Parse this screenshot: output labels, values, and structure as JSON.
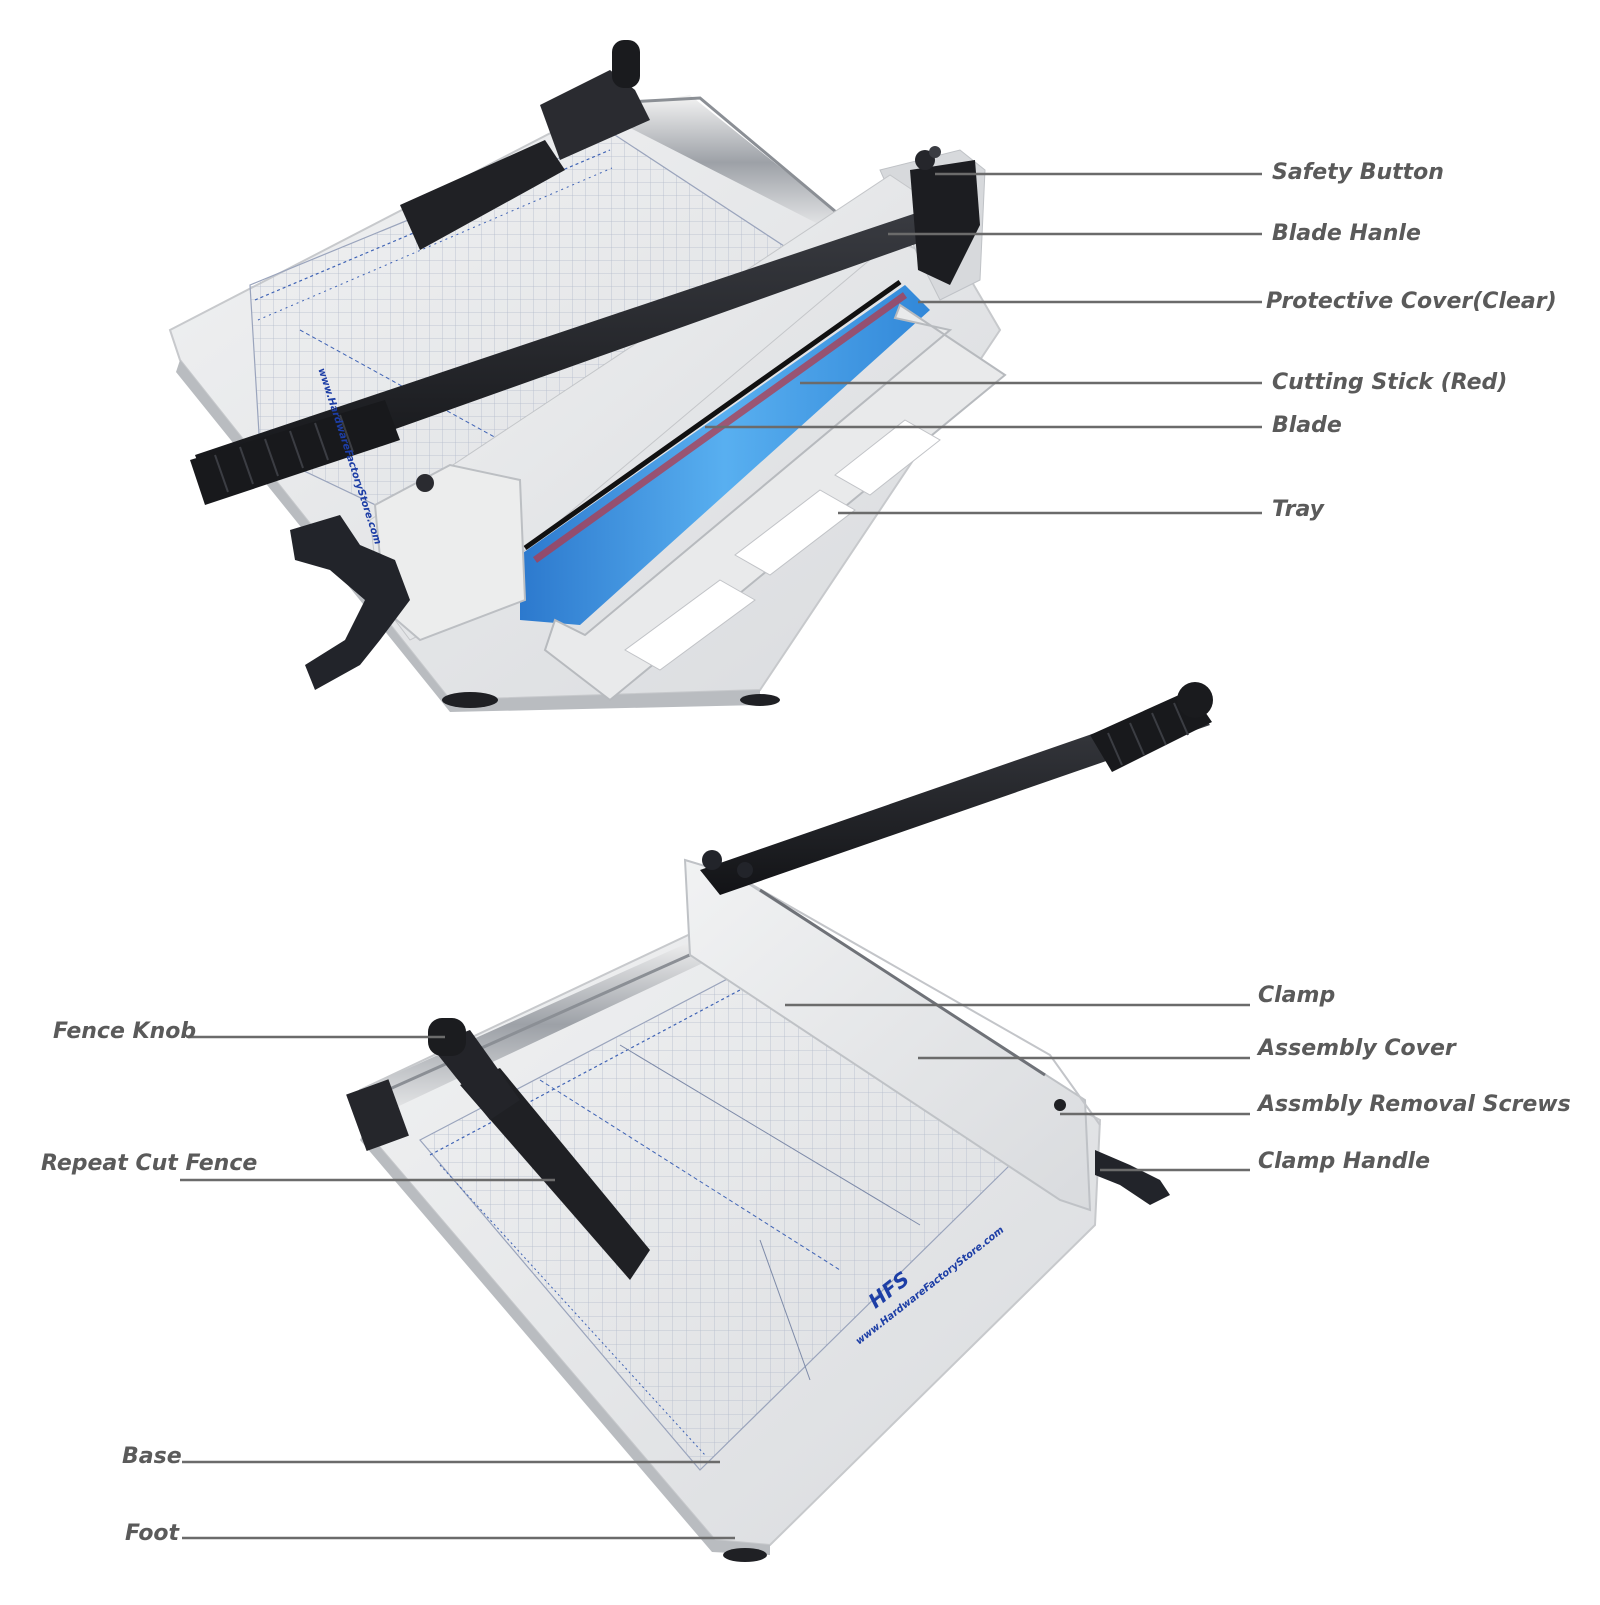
{
  "colors": {
    "label_text": "#5a5a5a",
    "leader_line": "#6b6b6b",
    "body_white": "#e6e7e8",
    "base_shadow": "#c9cbce",
    "grid_line": "#b4bbcc",
    "grid_blue": "#3f63b5",
    "handle_black": "#1b1c1f",
    "cover_blue": "#1f86e0",
    "cutting_stick_red": "#b23a4c",
    "logo_blue": "#1d3ea6"
  },
  "top_view": {
    "labels": {
      "safety_button": "Safety Button",
      "blade_handle": "Blade Hanle",
      "protective_cover": "Protective Cover(Clear)",
      "cutting_stick": "Cutting Stick (Red)",
      "blade": "Blade",
      "tray": "Tray"
    },
    "logo_url": "www.HardwareFactoryStore.com"
  },
  "bottom_view": {
    "labels": {
      "clamp": "Clamp",
      "assembly_cover": "Assembly Cover",
      "assembly_removal_screws": "Assmbly Removal Screws",
      "clamp_handle": "Clamp Handle",
      "fence_knob": "Fence Knob",
      "repeat_cut_fence": "Repeat Cut Fence",
      "base": "Base",
      "foot": "Foot"
    },
    "logo_brand": "HFS",
    "logo_url": "www.HardwareFactoryStore.com"
  },
  "icons": [
    "paper-cutter-illustration"
  ]
}
